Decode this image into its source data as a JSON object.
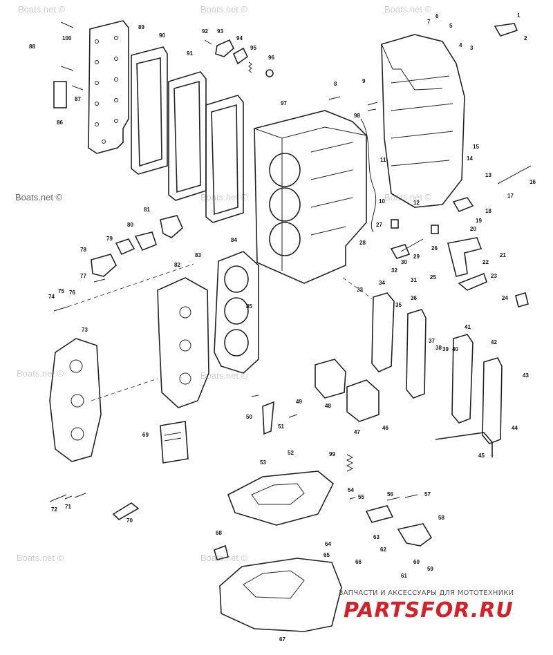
{
  "watermarks": [
    {
      "id": "wm1",
      "text": "Boats.net ©"
    },
    {
      "id": "wm2",
      "text": "Boats.net ©"
    },
    {
      "id": "wm3",
      "text": "Boats.net ©"
    },
    {
      "id": "wm4",
      "text": "Boats.net ©"
    },
    {
      "id": "wm5",
      "text": "Boats.net ©"
    },
    {
      "id": "wm6",
      "text": "Boats.net ©"
    },
    {
      "id": "wm7",
      "text": "Boats.net ©"
    },
    {
      "id": "wm8",
      "text": "Boats.net ©"
    },
    {
      "id": "wm9",
      "text": "Boats.net ©"
    }
  ],
  "footer": {
    "caption": "ЗАПЧАСТИ И АКСЕССУАРЫ ДЛЯ МОТОТЕХНИКИ",
    "logo": "PARTSFOR.RU"
  },
  "colors": {
    "logo": "#d71f28",
    "ink": "#222222"
  },
  "callouts": [
    "1",
    "2",
    "3",
    "4",
    "5",
    "6",
    "7",
    "8",
    "9",
    "10",
    "11",
    "12",
    "13",
    "14",
    "15",
    "16",
    "17",
    "18",
    "19",
    "20",
    "21",
    "22",
    "23",
    "24",
    "25",
    "26",
    "27",
    "28",
    "29",
    "30",
    "31",
    "32",
    "33",
    "34",
    "35",
    "36",
    "37",
    "38",
    "39",
    "40",
    "41",
    "42",
    "43",
    "44",
    "45",
    "46",
    "47",
    "48",
    "49",
    "50",
    "51",
    "52",
    "53",
    "54",
    "55",
    "56",
    "57",
    "58",
    "59",
    "60",
    "61",
    "62",
    "63",
    "64",
    "65",
    "66",
    "67",
    "68",
    "69",
    "70",
    "71",
    "72",
    "73",
    "74",
    "75",
    "76",
    "77",
    "78",
    "79",
    "80",
    "81",
    "82",
    "83",
    "84",
    "85",
    "86",
    "87",
    "88",
    "89",
    "90",
    "91",
    "92",
    "93",
    "94",
    "95",
    "96",
    "97",
    "98",
    "99",
    "100"
  ]
}
